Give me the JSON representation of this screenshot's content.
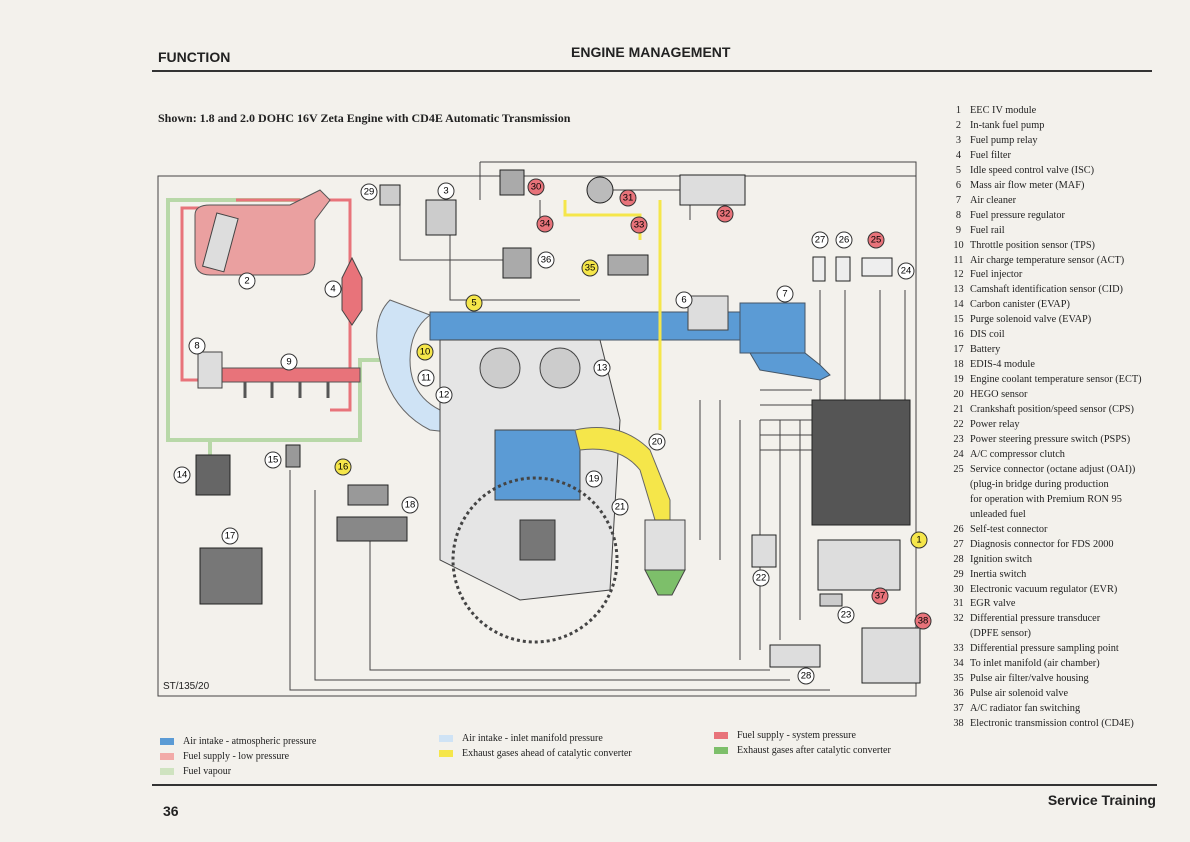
{
  "header": {
    "left": "FUNCTION",
    "center": "ENGINE MANAGEMENT",
    "subtitle": "Shown: 1.8 and 2.0 DOHC 16V Zeta Engine with CD4E Automatic Transmission"
  },
  "figure_ref": "ST/135/20",
  "footer": {
    "page_number": "36",
    "brand": "Service Training"
  },
  "components": [
    {
      "n": "1",
      "label": "EEC IV module"
    },
    {
      "n": "2",
      "label": "In-tank fuel pump"
    },
    {
      "n": "3",
      "label": "Fuel pump relay"
    },
    {
      "n": "4",
      "label": "Fuel filter"
    },
    {
      "n": "5",
      "label": "Idle speed control valve (ISC)"
    },
    {
      "n": "6",
      "label": "Mass air flow meter (MAF)"
    },
    {
      "n": "7",
      "label": "Air cleaner"
    },
    {
      "n": "8",
      "label": "Fuel pressure regulator"
    },
    {
      "n": "9",
      "label": "Fuel rail"
    },
    {
      "n": "10",
      "label": "Throttle position sensor (TPS)"
    },
    {
      "n": "11",
      "label": "Air charge temperature sensor (ACT)"
    },
    {
      "n": "12",
      "label": "Fuel injector"
    },
    {
      "n": "13",
      "label": "Camshaft identification sensor (CID)"
    },
    {
      "n": "14",
      "label": "Carbon canister (EVAP)"
    },
    {
      "n": "15",
      "label": "Purge solenoid valve (EVAP)"
    },
    {
      "n": "16",
      "label": "DIS coil"
    },
    {
      "n": "17",
      "label": "Battery"
    },
    {
      "n": "18",
      "label": "EDIS-4 module"
    },
    {
      "n": "19",
      "label": "Engine coolant temperature sensor (ECT)"
    },
    {
      "n": "20",
      "label": "HEGO sensor"
    },
    {
      "n": "21",
      "label": "Crankshaft position/speed sensor (CPS)"
    },
    {
      "n": "22",
      "label": "Power relay"
    },
    {
      "n": "23",
      "label": "Power steering pressure switch (PSPS)"
    },
    {
      "n": "24",
      "label": "A/C compressor clutch"
    },
    {
      "n": "25",
      "label": "Service connector (octane adjust (OAI))\n(plug-in bridge during production\nfor operation with Premium RON 95\nunleaded fuel"
    },
    {
      "n": "26",
      "label": "Self-test connector"
    },
    {
      "n": "27",
      "label": "Diagnosis connector for FDS 2000"
    },
    {
      "n": "28",
      "label": "Ignition switch"
    },
    {
      "n": "29",
      "label": "Inertia switch"
    },
    {
      "n": "30",
      "label": "Electronic vacuum regulator (EVR)"
    },
    {
      "n": "31",
      "label": "EGR valve"
    },
    {
      "n": "32",
      "label": "Differential pressure transducer\n(DPFE sensor)"
    },
    {
      "n": "33",
      "label": "Differential pressure sampling point"
    },
    {
      "n": "34",
      "label": "To inlet manifold (air chamber)"
    },
    {
      "n": "35",
      "label": "Pulse air filter/valve housing"
    },
    {
      "n": "36",
      "label": "Pulse air solenoid valve"
    },
    {
      "n": "37",
      "label": "A/C radiator fan switching"
    },
    {
      "n": "38",
      "label": "Electronic transmission control (CD4E)"
    }
  ],
  "key": [
    {
      "label": "Air intake - atmospheric pressure",
      "color": "#5b9bd5"
    },
    {
      "label": "Fuel supply - low pressure",
      "color": "#f2aaa8"
    },
    {
      "label": "Fuel vapour",
      "color": "#cfe3c0"
    },
    {
      "label": "Air intake - inlet manifold pressure",
      "color": "#cfe3f5"
    },
    {
      "label": "Exhaust gases ahead of catalytic converter",
      "color": "#f5e64a"
    },
    {
      "label": "Fuel supply - system pressure",
      "color": "#e8737a"
    },
    {
      "label": "Exhaust gases after catalytic converter",
      "color": "#7dbf6a"
    }
  ],
  "callouts": {
    "red": [
      "25",
      "30",
      "31",
      "32",
      "33",
      "34",
      "37",
      "38"
    ],
    "yellow": [
      "1",
      "5",
      "10",
      "16",
      "35"
    ]
  }
}
